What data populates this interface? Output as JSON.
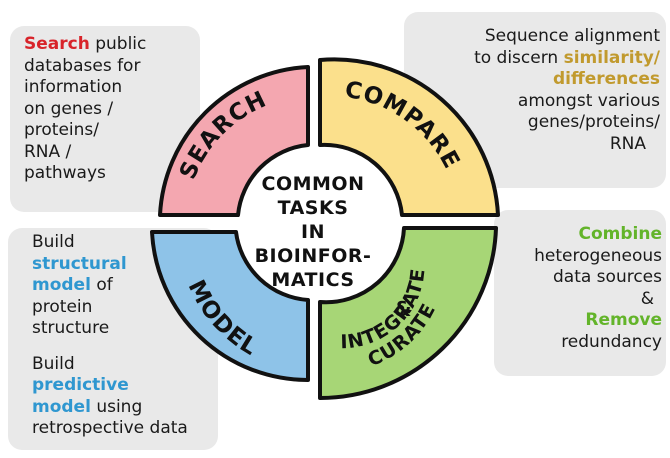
{
  "diagram": {
    "center_lines": [
      "COMMON",
      "TASKS",
      "IN",
      "BIOINFOR-",
      "MATICS"
    ],
    "segments": [
      {
        "id": "search",
        "label": "SEARCH",
        "color": "#f4a7b0"
      },
      {
        "id": "compare",
        "label": "COMPARE",
        "color": "#fbe08c"
      },
      {
        "id": "model",
        "label": "MODEL",
        "color": "#8ec3e8"
      },
      {
        "id": "integrate",
        "label1": "INTEGRATE",
        "label2": "&",
        "label3": "CURATE",
        "color": "#a7d676"
      }
    ]
  },
  "notes": {
    "search": {
      "highlight": "Search",
      "l1_rest": " public",
      "l2": "databases for",
      "l3": "information",
      "l4": "on genes /",
      "l5": "proteins/",
      "l6": "RNA /",
      "l7": "pathways"
    },
    "compare": {
      "l1": "Sequence alignment",
      "l2_pre": "to discern ",
      "l2_hl": "similarity/",
      "l3_hl": "differences",
      "l4": "amongst various",
      "l5": "genes/proteins/",
      "l6": "RNA"
    },
    "model": {
      "l1": "Build",
      "l2_hl": "structural",
      "l3_hl": "model",
      "l3_rest": " of",
      "l4": "protein",
      "l5": "structure",
      "l6": "Build",
      "l7_hl": "predictive",
      "l8_hl": "model",
      "l8_rest": " using",
      "l9": "retrospective data"
    },
    "integrate": {
      "l1_hl": "Combine",
      "l2": "heterogeneous",
      "l3": "data sources",
      "l4": "&",
      "l5_hl": "Remove",
      "l6": "redundancy"
    }
  },
  "colors": {
    "red": "#d8242a",
    "blue": "#2f97d0",
    "gold": "#c19a2e",
    "green": "#63b42a",
    "note_bg": "#e9e9e9"
  }
}
